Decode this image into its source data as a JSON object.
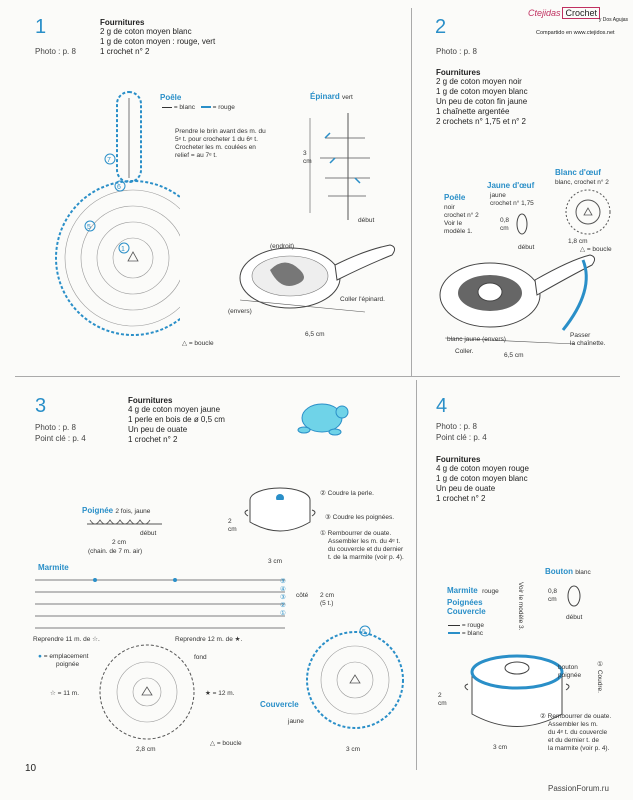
{
  "header": {
    "brand_script": "Ctejidas",
    "brand_box": "Crochet",
    "brand_sub": "y Dos Agujas",
    "shared": "Compartido en www.ctejidos.net"
  },
  "s1": {
    "num": "1",
    "photo": "Photo : p. 8",
    "fournitures_title": "Fournitures",
    "fournitures": [
      "2 g de coton moyen blanc",
      "1 g de coton moyen : rouge, vert",
      "1 crochet n° 2"
    ],
    "poele": "Poêle",
    "legend_blanc": "= blanc",
    "legend_rouge": "= rouge",
    "note": [
      "Prendre le brin avant des m. du",
      "5ᵉ t. pour crocheter 1 du 6ᵉ t.",
      "Crocheter les m. coulées en",
      "relief = au 7ᵉ t."
    ],
    "epinard": "Épinard",
    "epinard_color": "vert",
    "dim_3cm": "3 cm",
    "debut": "début",
    "endroit": "(endroit)",
    "envers": "(envers)",
    "coller": "Coller l'épinard.",
    "dim_65": "6,5 cm",
    "boucle": "= boucle",
    "round_labels": [
      "7",
      "6",
      "5",
      "1"
    ]
  },
  "s2": {
    "num": "2",
    "photo": "Photo : p. 8",
    "fournitures_title": "Fournitures",
    "fournitures": [
      "2 g de coton moyen noir",
      "1 g de coton moyen blanc",
      "Un peu de coton fin jaune",
      "1 chaînette argentée",
      "2 crochets n° 1,75 et n° 2"
    ],
    "poele": "Poêle",
    "poele_info": [
      "noir",
      "crochet n° 2",
      "Voir le",
      "modèle 1."
    ],
    "jaune_oeuf": "Jaune d'œuf",
    "jaune_info": [
      "jaune",
      "crochet n° 1,75"
    ],
    "dim_08": "0,8 cm",
    "debut": "début",
    "blanc_oeuf": "Blanc d'œuf",
    "blanc_info": "blanc, crochet n° 2",
    "dim_18": "1,8 cm",
    "boucle": "= boucle",
    "labels": [
      "blanc",
      "jaune",
      "(envers)"
    ],
    "coller": "Coller.",
    "passer": [
      "Passer",
      "la chaînette."
    ],
    "dim_65": "6,5 cm"
  },
  "s3": {
    "num": "3",
    "photo": "Photo : p. 8",
    "point": "Point clé : p. 4",
    "fournitures_title": "Fournitures",
    "fournitures": [
      "4 g de coton moyen jaune",
      "1 perle en bois de ø 0,5 cm",
      "Un peu de ouate",
      "1 crochet n° 2"
    ],
    "poignee": "Poignée",
    "poignee_info": "2 fois, jaune",
    "debut": "début",
    "dim_2": "2 cm",
    "chain": "(chain. de 7 m. air)",
    "coudre_perle": "Coudre la perle.",
    "coudre_poignees": "Coudre les poignées.",
    "rembourrer": [
      "Rembourrer de ouate.",
      "Assembler les m. du 4ᵉ t.",
      "du couvercle et du dernier",
      "t. de la marmite (voir p. 4)."
    ],
    "dim_3": "3 cm",
    "marmite": "Marmite",
    "cote": "côté",
    "dim_2_5t": [
      "2 cm",
      "(5 t.)"
    ],
    "reprendre11": "Reprendre 11 m. de ☆.",
    "reprendre12": "Reprendre 12 m. de ★.",
    "emplacement": [
      "= emplacement",
      "poignée"
    ],
    "fond": "fond",
    "star11": "☆ = 11 m.",
    "star12": "★ = 12 m.",
    "dim_28": "2,8 cm",
    "boucle": "= boucle",
    "couvercle": "Couvercle",
    "couvercle_color": "jaune",
    "dim_3_lid": "3 cm",
    "round5": "5"
  },
  "s4": {
    "num": "4",
    "photo": "Photo : p. 8",
    "point": "Point clé : p. 4",
    "fournitures_title": "Fournitures",
    "fournitures": [
      "4 g de coton moyen rouge",
      "1 g de coton moyen blanc",
      "Un peu de ouate",
      "1 crochet n° 2"
    ],
    "bouton": "Bouton",
    "bouton_color": "blanc",
    "dim_08": "0,8 cm",
    "debut": "début",
    "marmite": "Marmite",
    "poignees": "Poignées",
    "couvercle": "Couvercle",
    "rouge_list": "rouge",
    "voir": "Voir le modèle 3.",
    "legend_rouge": "= rouge",
    "legend_blanc": "= blanc",
    "bouton_poignee": [
      "bouton",
      "poignée"
    ],
    "coudre": "Coudre.",
    "dim_2": "2 cm",
    "rembourrer": [
      "Rembourrer de ouate.",
      "Assembler les m.",
      "du 4ᵉ t. du couvercle",
      "et du dernier t. de",
      "la marmite (voir p. 4)."
    ],
    "dim_3": "3 cm"
  },
  "footer": {
    "page": "10",
    "site": "PassionForum.ru"
  }
}
